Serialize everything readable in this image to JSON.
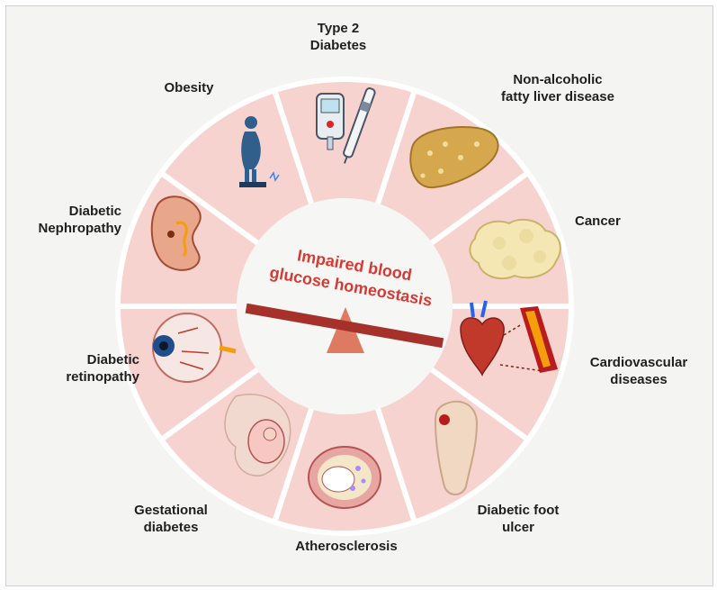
{
  "center": {
    "line1": "Impaired blood",
    "line2": "glucose homeostasis"
  },
  "segments": [
    {
      "id": "type2",
      "label": "Type 2\nDiabetes",
      "icon": "glucometer-insulin-pen-icon"
    },
    {
      "id": "nafld",
      "label": "Non-alcoholic\nfatty liver disease",
      "icon": "fatty-liver-icon"
    },
    {
      "id": "cancer",
      "label": "Cancer",
      "icon": "tumor-icon"
    },
    {
      "id": "cardio",
      "label": "Cardiovascular\ndiseases",
      "icon": "heart-artery-icon"
    },
    {
      "id": "foot",
      "label": "Diabetic foot\nulcer",
      "icon": "foot-ulcer-icon"
    },
    {
      "id": "athero",
      "label": "Atherosclerosis",
      "icon": "artery-cross-section-icon"
    },
    {
      "id": "gestational",
      "label": "Gestational\ndiabetes",
      "icon": "pregnancy-icon"
    },
    {
      "id": "retinopathy",
      "label": "Diabetic\nretinopathy",
      "icon": "eye-icon"
    },
    {
      "id": "nephropathy",
      "label": "Diabetic\nNephropathy",
      "icon": "kidney-icon"
    },
    {
      "id": "obesity",
      "label": "Obesity",
      "icon": "obese-person-scale-icon"
    }
  ],
  "colors": {
    "ring": "#f7d3cf",
    "ring_gap": "#ffffff",
    "center_fill": "#f6f6f4",
    "accent_red": "#d63a35",
    "seesaw_bar": "#a5312a",
    "fulcrum": "#df7a62"
  }
}
